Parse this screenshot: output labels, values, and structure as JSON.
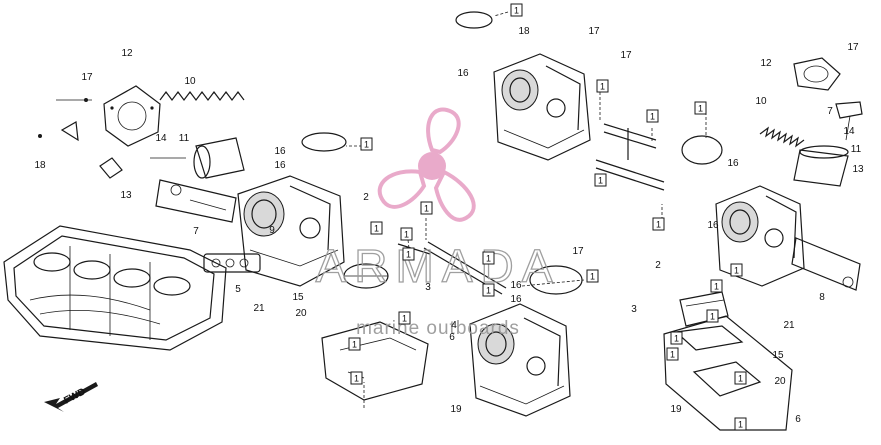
{
  "watermark": {
    "brand": "ARMADA",
    "tagline": "marine outboards",
    "logo_color": "#e8a6c8"
  },
  "direction_label": "FWD",
  "part_callouts": [
    {
      "id": "c1",
      "label": "12"
    },
    {
      "id": "c2",
      "label": "17"
    },
    {
      "id": "c3",
      "label": "10"
    },
    {
      "id": "c4",
      "label": "18"
    },
    {
      "id": "c5",
      "label": "14"
    },
    {
      "id": "c6",
      "label": "11"
    },
    {
      "id": "c7",
      "label": "13"
    },
    {
      "id": "c8",
      "label": "7"
    },
    {
      "id": "c9",
      "label": "9"
    },
    {
      "id": "c10",
      "label": "16"
    },
    {
      "id": "c11",
      "label": "16"
    },
    {
      "id": "c12",
      "label": "2"
    },
    {
      "id": "c13",
      "label": "5"
    },
    {
      "id": "c14",
      "label": "21"
    },
    {
      "id": "c15",
      "label": "15"
    },
    {
      "id": "c16",
      "label": "20"
    },
    {
      "id": "c17",
      "label": "3"
    },
    {
      "id": "c18",
      "label": "4"
    },
    {
      "id": "c19",
      "label": "19"
    },
    {
      "id": "c20",
      "label": "18"
    },
    {
      "id": "c21",
      "label": "17"
    },
    {
      "id": "c22",
      "label": "17"
    },
    {
      "id": "c23",
      "label": "16"
    },
    {
      "id": "c24",
      "label": "17"
    },
    {
      "id": "c25",
      "label": "16"
    },
    {
      "id": "c26",
      "label": "16"
    },
    {
      "id": "c27",
      "label": "17"
    },
    {
      "id": "c28",
      "label": "12"
    },
    {
      "id": "c29",
      "label": "10"
    },
    {
      "id": "c30",
      "label": "7"
    },
    {
      "id": "c31",
      "label": "14"
    },
    {
      "id": "c32",
      "label": "11"
    },
    {
      "id": "c33",
      "label": "16"
    },
    {
      "id": "c34",
      "label": "13"
    },
    {
      "id": "c35",
      "label": "16"
    },
    {
      "id": "c36",
      "label": "2"
    },
    {
      "id": "c37",
      "label": "8"
    },
    {
      "id": "c38",
      "label": "3"
    },
    {
      "id": "c39",
      "label": "21"
    },
    {
      "id": "c40",
      "label": "15"
    },
    {
      "id": "c41",
      "label": "20"
    },
    {
      "id": "c42",
      "label": "19"
    },
    {
      "id": "c43",
      "label": "6"
    },
    {
      "id": "c44",
      "label": "6"
    }
  ],
  "boxed_labels": [
    {
      "id": "b1",
      "label": "1"
    },
    {
      "id": "b2",
      "label": "1"
    },
    {
      "id": "b3",
      "label": "1"
    },
    {
      "id": "b4",
      "label": "1"
    },
    {
      "id": "b5",
      "label": "1"
    },
    {
      "id": "b6",
      "label": "1"
    },
    {
      "id": "b7",
      "label": "1"
    },
    {
      "id": "b8",
      "label": "1"
    },
    {
      "id": "b9",
      "label": "1"
    },
    {
      "id": "b10",
      "label": "1"
    },
    {
      "id": "b11",
      "label": "1"
    },
    {
      "id": "b12",
      "label": "1"
    },
    {
      "id": "b13",
      "label": "1"
    },
    {
      "id": "b14",
      "label": "1"
    },
    {
      "id": "b15",
      "label": "1"
    },
    {
      "id": "b16",
      "label": "1"
    },
    {
      "id": "b17",
      "label": "1"
    },
    {
      "id": "b18",
      "label": "1"
    },
    {
      "id": "b19",
      "label": "1"
    },
    {
      "id": "b20",
      "label": "1"
    },
    {
      "id": "b21",
      "label": "1"
    },
    {
      "id": "b22",
      "label": "1"
    },
    {
      "id": "b23",
      "label": "1"
    },
    {
      "id": "b24",
      "label": "1"
    }
  ]
}
